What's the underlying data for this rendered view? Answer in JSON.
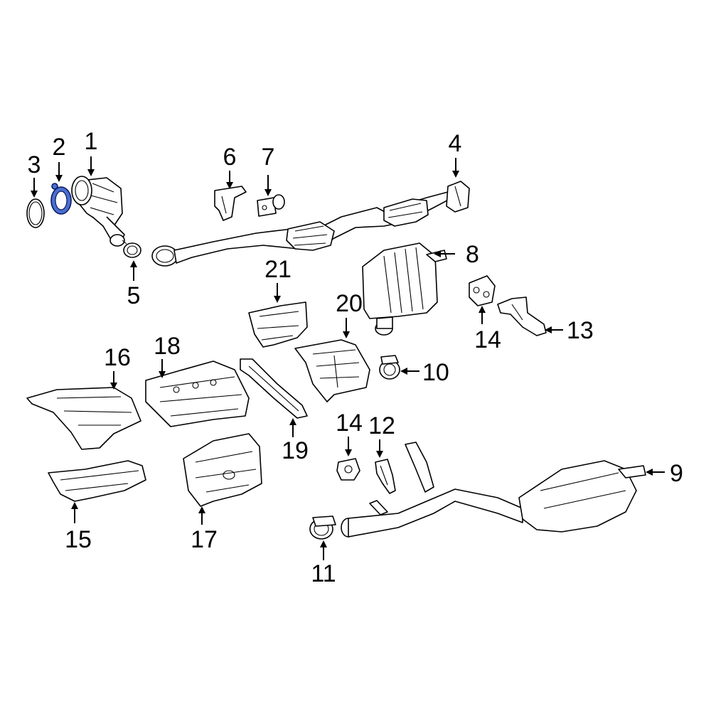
{
  "diagram": {
    "highlight_color": "#4a6fd0",
    "callouts": [
      {
        "id": "c1",
        "label": "1"
      },
      {
        "id": "c2",
        "label": "2"
      },
      {
        "id": "c3",
        "label": "3"
      },
      {
        "id": "c4",
        "label": "4"
      },
      {
        "id": "c5",
        "label": "5"
      },
      {
        "id": "c6",
        "label": "6"
      },
      {
        "id": "c7",
        "label": "7"
      },
      {
        "id": "c8",
        "label": "8"
      },
      {
        "id": "c9",
        "label": "9"
      },
      {
        "id": "c10",
        "label": "10"
      },
      {
        "id": "c11",
        "label": "11"
      },
      {
        "id": "c12",
        "label": "12"
      },
      {
        "id": "c13",
        "label": "13"
      },
      {
        "id": "c14a",
        "label": "14"
      },
      {
        "id": "c14b",
        "label": "14"
      },
      {
        "id": "c15",
        "label": "15"
      },
      {
        "id": "c16",
        "label": "16"
      },
      {
        "id": "c17",
        "label": "17"
      },
      {
        "id": "c18",
        "label": "18"
      },
      {
        "id": "c19",
        "label": "19"
      },
      {
        "id": "c20",
        "label": "20"
      },
      {
        "id": "c21",
        "label": "21"
      }
    ]
  }
}
